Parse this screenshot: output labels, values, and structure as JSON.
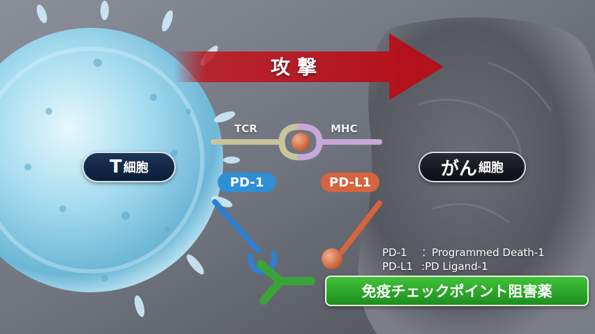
{
  "attack": {
    "label": "攻撃"
  },
  "t_cell": {
    "big": "T",
    "small": "細胞"
  },
  "cancer_cell": {
    "big": "がん",
    "small": "細胞"
  },
  "receptors": {
    "tcr": "TCR",
    "mhc": "MHC",
    "pd1": "PD-1",
    "pdl1": "PD-L1"
  },
  "abbreviations": [
    {
      "term": "PD-1",
      "sep": "：",
      "meaning": "Programmed Death-1"
    },
    {
      "term": "PD-L1",
      "sep": ":",
      "meaning": "PD Ligand-1"
    }
  ],
  "drug": {
    "label": "免疫チェックポイント阻害薬"
  },
  "colors": {
    "attack_arrow": "#c0141e",
    "pd1": "#2f8ed6",
    "pdl1": "#d5643f",
    "drug": "#2fab2c",
    "tcr": "#c8c49c",
    "mhc": "#c8a8d8"
  }
}
